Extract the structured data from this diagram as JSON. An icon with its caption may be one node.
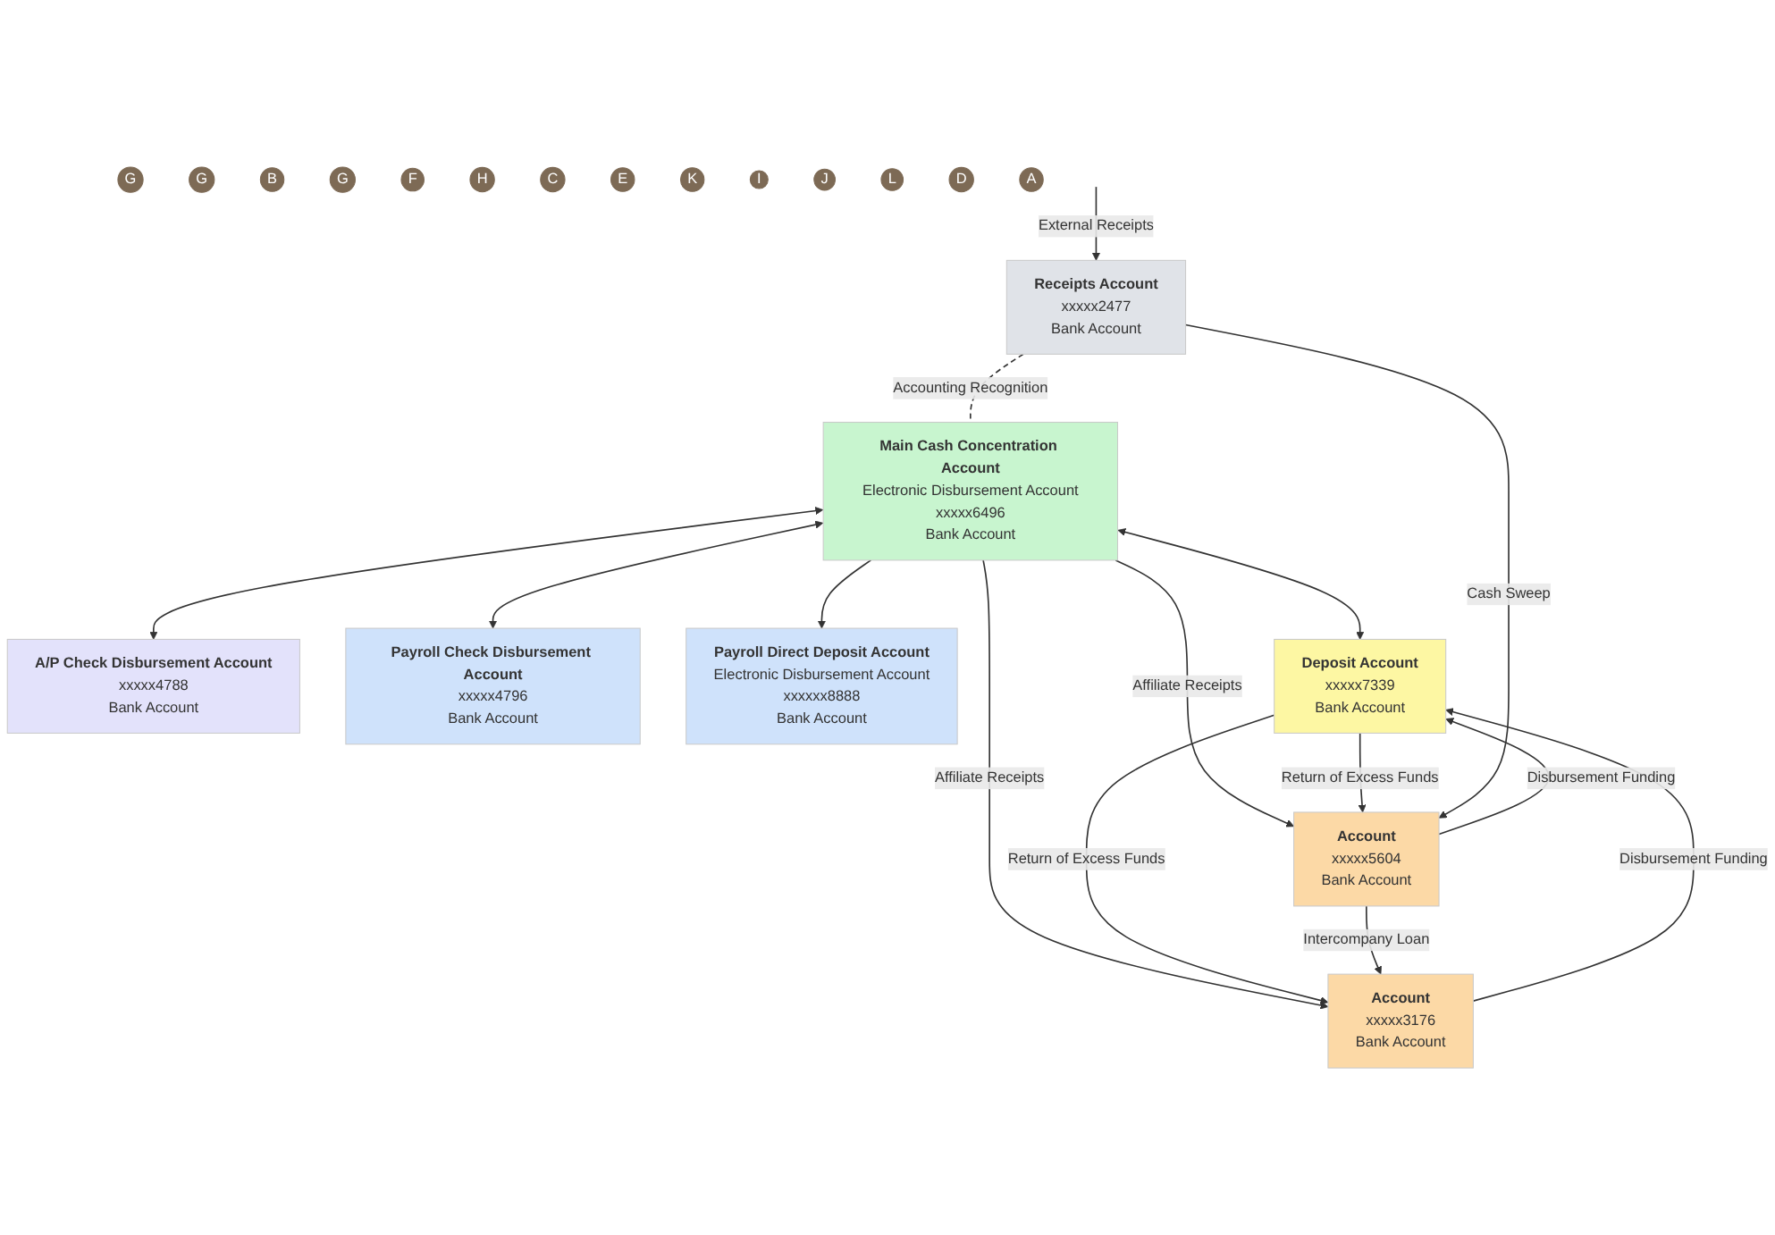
{
  "diagram": {
    "nodes": [
      {
        "text": [
          "A/P Check Disbursement Account",
          "xxxxx4788",
          "Bank Account"
        ]
      },
      {
        "text": [
          "Payroll Check Disbursement Account",
          "xxxxx4796",
          "Bank Account"
        ]
      },
      {
        "text": [
          "Main Cash Concentration Account",
          "Electronic Disbursement Account",
          "xxxxx6496",
          "Bank Account"
        ]
      },
      {
        "text": [
          "Payroll Direct Deposit Account",
          "Electronic Disbursement Account",
          "xxxxxx8888",
          "Bank Account"
        ]
      },
      {
        "text": [
          "Deposit Account",
          "xxxxx7339",
          "Bank Account"
        ]
      },
      {
        "text": [
          "Account",
          "xxxxx5604",
          "Bank Account"
        ]
      },
      {
        "text": [
          "Account",
          "xxxxx3176",
          "Bank Account"
        ]
      },
      {
        "text": [
          "Receipts Account",
          "xxxxx2477",
          "Bank Account"
        ]
      },
      {
        "text": [
          "G"
        ]
      },
      {
        "text": [
          "G"
        ]
      },
      {
        "text": [
          "B"
        ]
      },
      {
        "text": [
          "G"
        ]
      },
      {
        "text": [
          "F"
        ]
      },
      {
        "text": [
          "H"
        ]
      },
      {
        "text": [
          "C"
        ]
      },
      {
        "text": [
          "E"
        ]
      },
      {
        "text": [
          "K"
        ]
      },
      {
        "text": [
          "I"
        ]
      },
      {
        "text": [
          "J"
        ]
      },
      {
        "text": [
          "L"
        ]
      },
      {
        "text": [
          "D"
        ]
      },
      {
        "text": [
          "A"
        ]
      }
    ],
    "edges": [
      {
        "from": 2,
        "to": 0,
        "arrow": "both"
      },
      {
        "from": 2,
        "to": 1,
        "arrow": "both"
      },
      {
        "from": 2,
        "to": 3,
        "arrow": "to"
      },
      {
        "from": 2,
        "to": 4,
        "arrow": "both"
      },
      {
        "from": 2,
        "to": 5,
        "arrow": "to",
        "label": "Affiliate Receipts"
      },
      {
        "from": 2,
        "to": 6,
        "arrow": "to",
        "label": "Affiliate Receipts"
      },
      {
        "from": 5,
        "to": 4,
        "arrow": "to",
        "label": "Disbursement Funding"
      },
      {
        "from": 4,
        "to": 5,
        "arrow": "to",
        "label": "Return of Excess Funds"
      },
      {
        "from": 4,
        "to": 6,
        "arrow": "to",
        "label": "Return of Excess Funds"
      },
      {
        "from": 6,
        "to": 4,
        "arrow": "to",
        "label": "Disbursement Funding"
      },
      {
        "from": 5,
        "to": 6,
        "arrow": "to",
        "label": "Intercompany Loan"
      },
      {
        "from": 7,
        "to": 5,
        "arrow": "to",
        "label": "Cash Sweep"
      },
      {
        "from": null,
        "to": 7,
        "arrow": "to",
        "label": "External Receipts"
      },
      {
        "from": 7,
        "to": 2,
        "arrow": "none",
        "style": "dashed",
        "label": "Accounting Recognition"
      }
    ]
  }
}
